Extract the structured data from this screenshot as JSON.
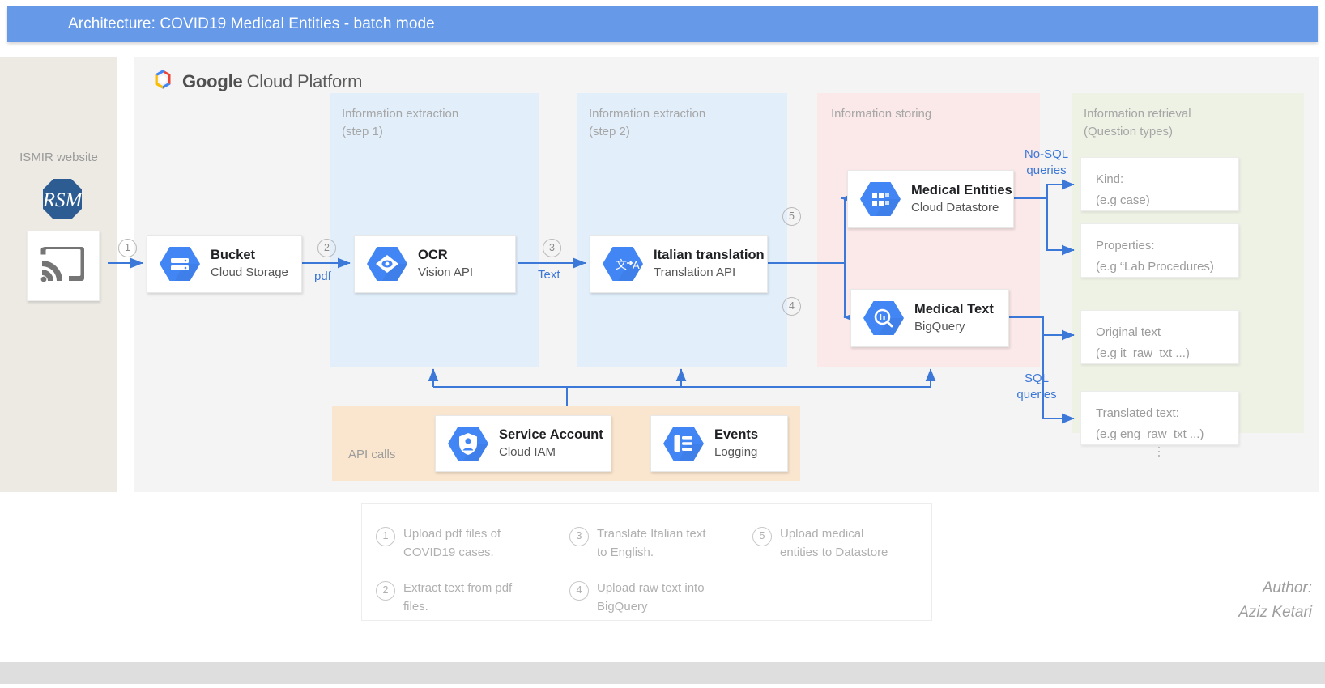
{
  "title_bar": {
    "text": "Architecture: COVID19 Medical Entities - batch mode",
    "color": "#6699e8"
  },
  "brand": {
    "google": "Google",
    "rest": "Cloud Platform"
  },
  "source": {
    "label": "ISMIR website",
    "logo_text": "RSM",
    "icon": "browser-window-icon"
  },
  "columns": [
    {
      "id": "extraction1",
      "line1": "Information extraction",
      "line2": "(step 1)",
      "color": "#e2effb"
    },
    {
      "id": "extraction2",
      "line1": "Information extraction",
      "line2": "(step 2)",
      "color": "#e2effb"
    },
    {
      "id": "storing",
      "line1": "Information storing",
      "line2": "",
      "color": "#fbe8e8"
    },
    {
      "id": "retrieval",
      "line1": "Information retrieval",
      "line2": "(Question  types)",
      "color": "#eef2e5"
    }
  ],
  "services": [
    {
      "id": "bucket",
      "title": "Bucket",
      "subtitle": "Cloud Storage",
      "icon": "cloud-storage-icon"
    },
    {
      "id": "ocr",
      "title": "OCR",
      "subtitle": "Vision API",
      "icon": "vision-api-icon"
    },
    {
      "id": "translation",
      "title": "Italian translation",
      "subtitle": "Translation API",
      "icon": "translation-api-icon"
    },
    {
      "id": "entities",
      "title": "Medical Entities",
      "subtitle": "Cloud Datastore",
      "icon": "datastore-icon"
    },
    {
      "id": "medtext",
      "title": "Medical Text",
      "subtitle": "BigQuery",
      "icon": "bigquery-icon"
    },
    {
      "id": "serviceacct",
      "title": "Service Account",
      "subtitle": "Cloud IAM",
      "icon": "iam-icon"
    },
    {
      "id": "events",
      "title": "Events",
      "subtitle": "Logging",
      "icon": "logging-icon"
    }
  ],
  "api_calls_band": {
    "label": "API calls",
    "color": "#fae6cf"
  },
  "edge_labels": [
    {
      "id": "pdf",
      "text": "pdf"
    },
    {
      "id": "text",
      "text": "Text"
    },
    {
      "id": "nosql",
      "line1": "No-SQL",
      "line2": "queries"
    },
    {
      "id": "sql",
      "line1": "SQL",
      "line2": "queries"
    }
  ],
  "flow_numbers": [
    "1",
    "2",
    "3",
    "4",
    "5"
  ],
  "retrieval_boxes": [
    {
      "id": "kind",
      "line1": "Kind:",
      "line2": "(e.g case)"
    },
    {
      "id": "properties",
      "line1": "Properties:",
      "line2": "(e.g “Lab Procedures)"
    },
    {
      "id": "original",
      "line1": "Original text",
      "line2": "(e.g it_raw_txt ...)"
    },
    {
      "id": "translated",
      "line1": "Translated text:",
      "line2": "(e.g eng_raw_txt ...)"
    }
  ],
  "legend": [
    {
      "num": "1",
      "line1": "Upload pdf files of",
      "line2": "COVID19 cases."
    },
    {
      "num": "2",
      "line1": "Extract text from pdf",
      "line2": "files."
    },
    {
      "num": "3",
      "line1": "Translate Italian text",
      "line2": "to English."
    },
    {
      "num": "4",
      "line1": "Upload raw text into",
      "line2": "BigQuery"
    },
    {
      "num": "5",
      "line1": "Upload medical",
      "line2": "entities to Datastore"
    }
  ],
  "author": {
    "line1": "Author:",
    "line2": "Aziz Ketari"
  },
  "palette": {
    "arrow": "#3c78d8",
    "hex": "#4285f4",
    "panel_left": "#edeae4",
    "panel_gcp": "#f4f4f4"
  }
}
